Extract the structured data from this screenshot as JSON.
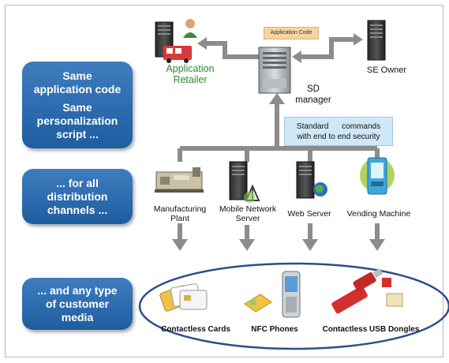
{
  "left_boxes": [
    {
      "lines": [
        "Same",
        "application code"
      ],
      "lines2": [
        "Same",
        "personalization",
        "script ..."
      ]
    },
    {
      "lines": [
        "... for all",
        "distribution",
        "channels ..."
      ]
    },
    {
      "lines": [
        "... and any type",
        "of customer",
        "media"
      ]
    }
  ],
  "top": {
    "app_code_tag": "Application Code",
    "retailer_label_1": "Application",
    "retailer_label_2": "Retailer",
    "sd_label_1": "SD",
    "sd_label_2": "manager",
    "se_owner_label": "SE Owner"
  },
  "commands_box": {
    "line1": "Standard      commands",
    "line2": "with end to end security"
  },
  "channels": [
    {
      "label_1": "Manufacturing",
      "label_2": "Plant"
    },
    {
      "label_1": "Mobile Network",
      "label_2": "Server"
    },
    {
      "label_1": "Web Server",
      "label_2": ""
    },
    {
      "label_1": "Vending Machine",
      "label_2": ""
    }
  ],
  "media": [
    {
      "label": "Contactless Cards"
    },
    {
      "label": "NFC Phones"
    },
    {
      "label": "Contactless USB Dongles"
    }
  ],
  "colors": {
    "box_blue": "#2a6aad",
    "arrow_grey": "#8c8c8c",
    "ellipse_border": "#2b4f8a",
    "green_text": "#2c8a2c"
  }
}
